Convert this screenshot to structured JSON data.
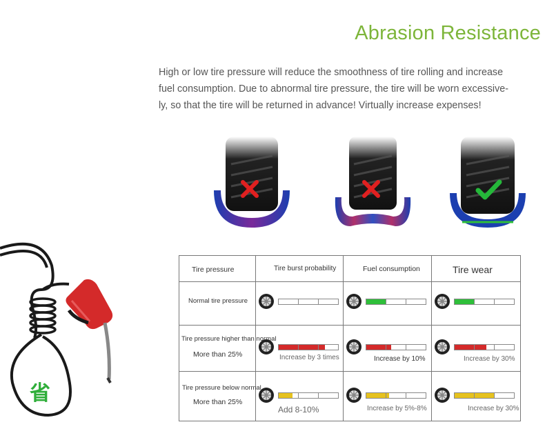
{
  "title": "Abrasion Resistance",
  "description": [
    "High or low tire pressure will reduce the smoothness of tire rolling and increase",
    "fuel consumption. Due to abnormal tire pressure, the tire will be worn excessive-",
    "ly, so that the tire will be returned in advance! Virtually increase expenses!"
  ],
  "logo_char": "省",
  "icons": [
    "tire-cross-icon",
    "tire-cross-icon",
    "tire-check-icon",
    "fuel-nozzle-icon",
    "wheel-icon"
  ],
  "colors": {
    "accent": "#7db53a",
    "red": "#d42a2a",
    "green": "#2fbf3a",
    "yellow": "#e6c21e"
  },
  "table": {
    "headers": [
      "Tire pressure",
      "Tire burst probability",
      "Fuel consumption",
      "Tire wear"
    ],
    "rows": [
      {
        "label": "Normal tire pressure",
        "sub": "",
        "burst": {
          "level": 0,
          "color": "none",
          "note": ""
        },
        "fuel": {
          "level": 0.33,
          "color": "green",
          "note": ""
        },
        "wear": {
          "level": 0.33,
          "color": "green",
          "note": ""
        }
      },
      {
        "label": "Tire pressure higher than normal",
        "sub": "More than 25%",
        "burst": {
          "level": 0.78,
          "color": "red",
          "note": "Increase by 3 times"
        },
        "fuel": {
          "level": 0.42,
          "color": "red",
          "note": "Increase by 10%"
        },
        "wear": {
          "level": 0.53,
          "color": "red",
          "note": "Increase by 30%"
        }
      },
      {
        "label": "Tire pressure below normal",
        "sub": "More than 25%",
        "burst": {
          "level": 0.23,
          "color": "yellow",
          "note": "Add 8-10%"
        },
        "fuel": {
          "level": 0.38,
          "color": "yellow",
          "note": "Increase by 5%-8%"
        },
        "wear": {
          "level": 0.67,
          "color": "yellow",
          "note": "Increase by 30%"
        }
      }
    ]
  }
}
